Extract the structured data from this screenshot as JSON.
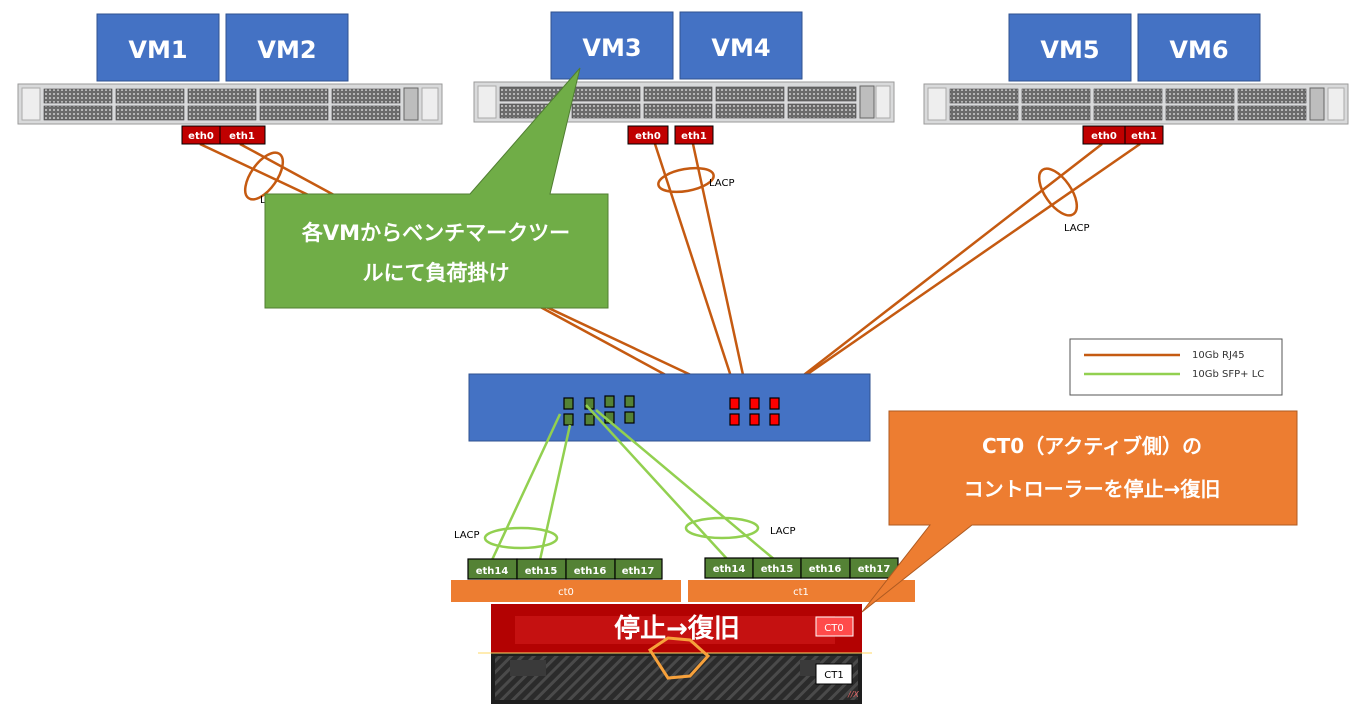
{
  "vms": [
    "VM1",
    "VM2",
    "VM3",
    "VM4",
    "VM5",
    "VM6"
  ],
  "hosts": [
    {
      "nics": [
        "eth0",
        "eth1"
      ],
      "lag_label": "LACP"
    },
    {
      "nics": [
        "eth0",
        "eth1"
      ],
      "lag_label": "LACP"
    },
    {
      "nics": [
        "eth0",
        "eth1"
      ],
      "lag_label": "LACP"
    }
  ],
  "callout_benchmark": {
    "line1": "各VMからベンチマークツー",
    "line2": "ルにて負荷掛け"
  },
  "callout_controller": {
    "line1": "CT0（アクティブ側）の",
    "line2": "コントローラーを停止→復旧"
  },
  "legend": {
    "items": [
      {
        "label": "10Gb RJ45",
        "color": "#C55A11"
      },
      {
        "label": "10Gb SFP+ LC",
        "color": "#92D050"
      }
    ]
  },
  "storage": {
    "controllers": [
      {
        "name": "ct0",
        "ports": [
          "eth14",
          "eth15",
          "eth16",
          "eth17"
        ],
        "lag_label": "LACP"
      },
      {
        "name": "ct1",
        "ports": [
          "eth14",
          "eth15",
          "eth16",
          "eth17"
        ],
        "lag_label": "LACP"
      }
    ],
    "overlay_text": "停止→復旧",
    "ct0_badge": "CT0",
    "ct1_badge": "CT1"
  },
  "colors": {
    "vm_blue": "#4472C4",
    "nic_red": "#C00000",
    "port_green": "#548235",
    "callout_green": "#70AD47",
    "callout_orange": "#ED7D31",
    "rj45": "#C55A11",
    "sfp": "#92D050"
  }
}
